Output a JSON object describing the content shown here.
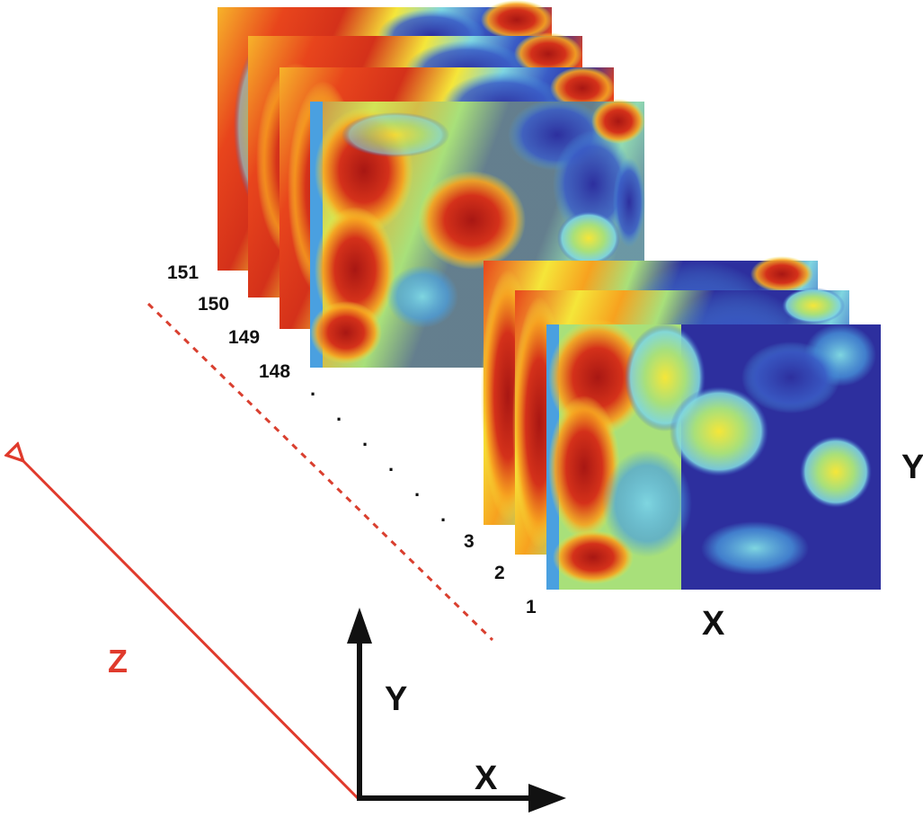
{
  "slices": {
    "upper_labels": [
      "151",
      "150",
      "149",
      "148"
    ],
    "lower_labels": [
      "3",
      "2",
      "1"
    ],
    "ellipsis": "."
  },
  "axes": {
    "stack_x": "X",
    "stack_y": "Y",
    "corner_x": "X",
    "corner_y": "Y",
    "z": "Z"
  },
  "colors": {
    "z_axis": "#e03a2c",
    "dotted_guide": "#d93f2f",
    "xy_axes": "#111111",
    "colormap": [
      "#2d2f9e",
      "#3a5cc6",
      "#4aa0e0",
      "#7fd6e0",
      "#a8e07a",
      "#f5e639",
      "#f7a21f",
      "#e8451c",
      "#a81713"
    ]
  },
  "icons": [
    "z-axis-arrow",
    "y-axis-arrow",
    "x-axis-arrow"
  ]
}
